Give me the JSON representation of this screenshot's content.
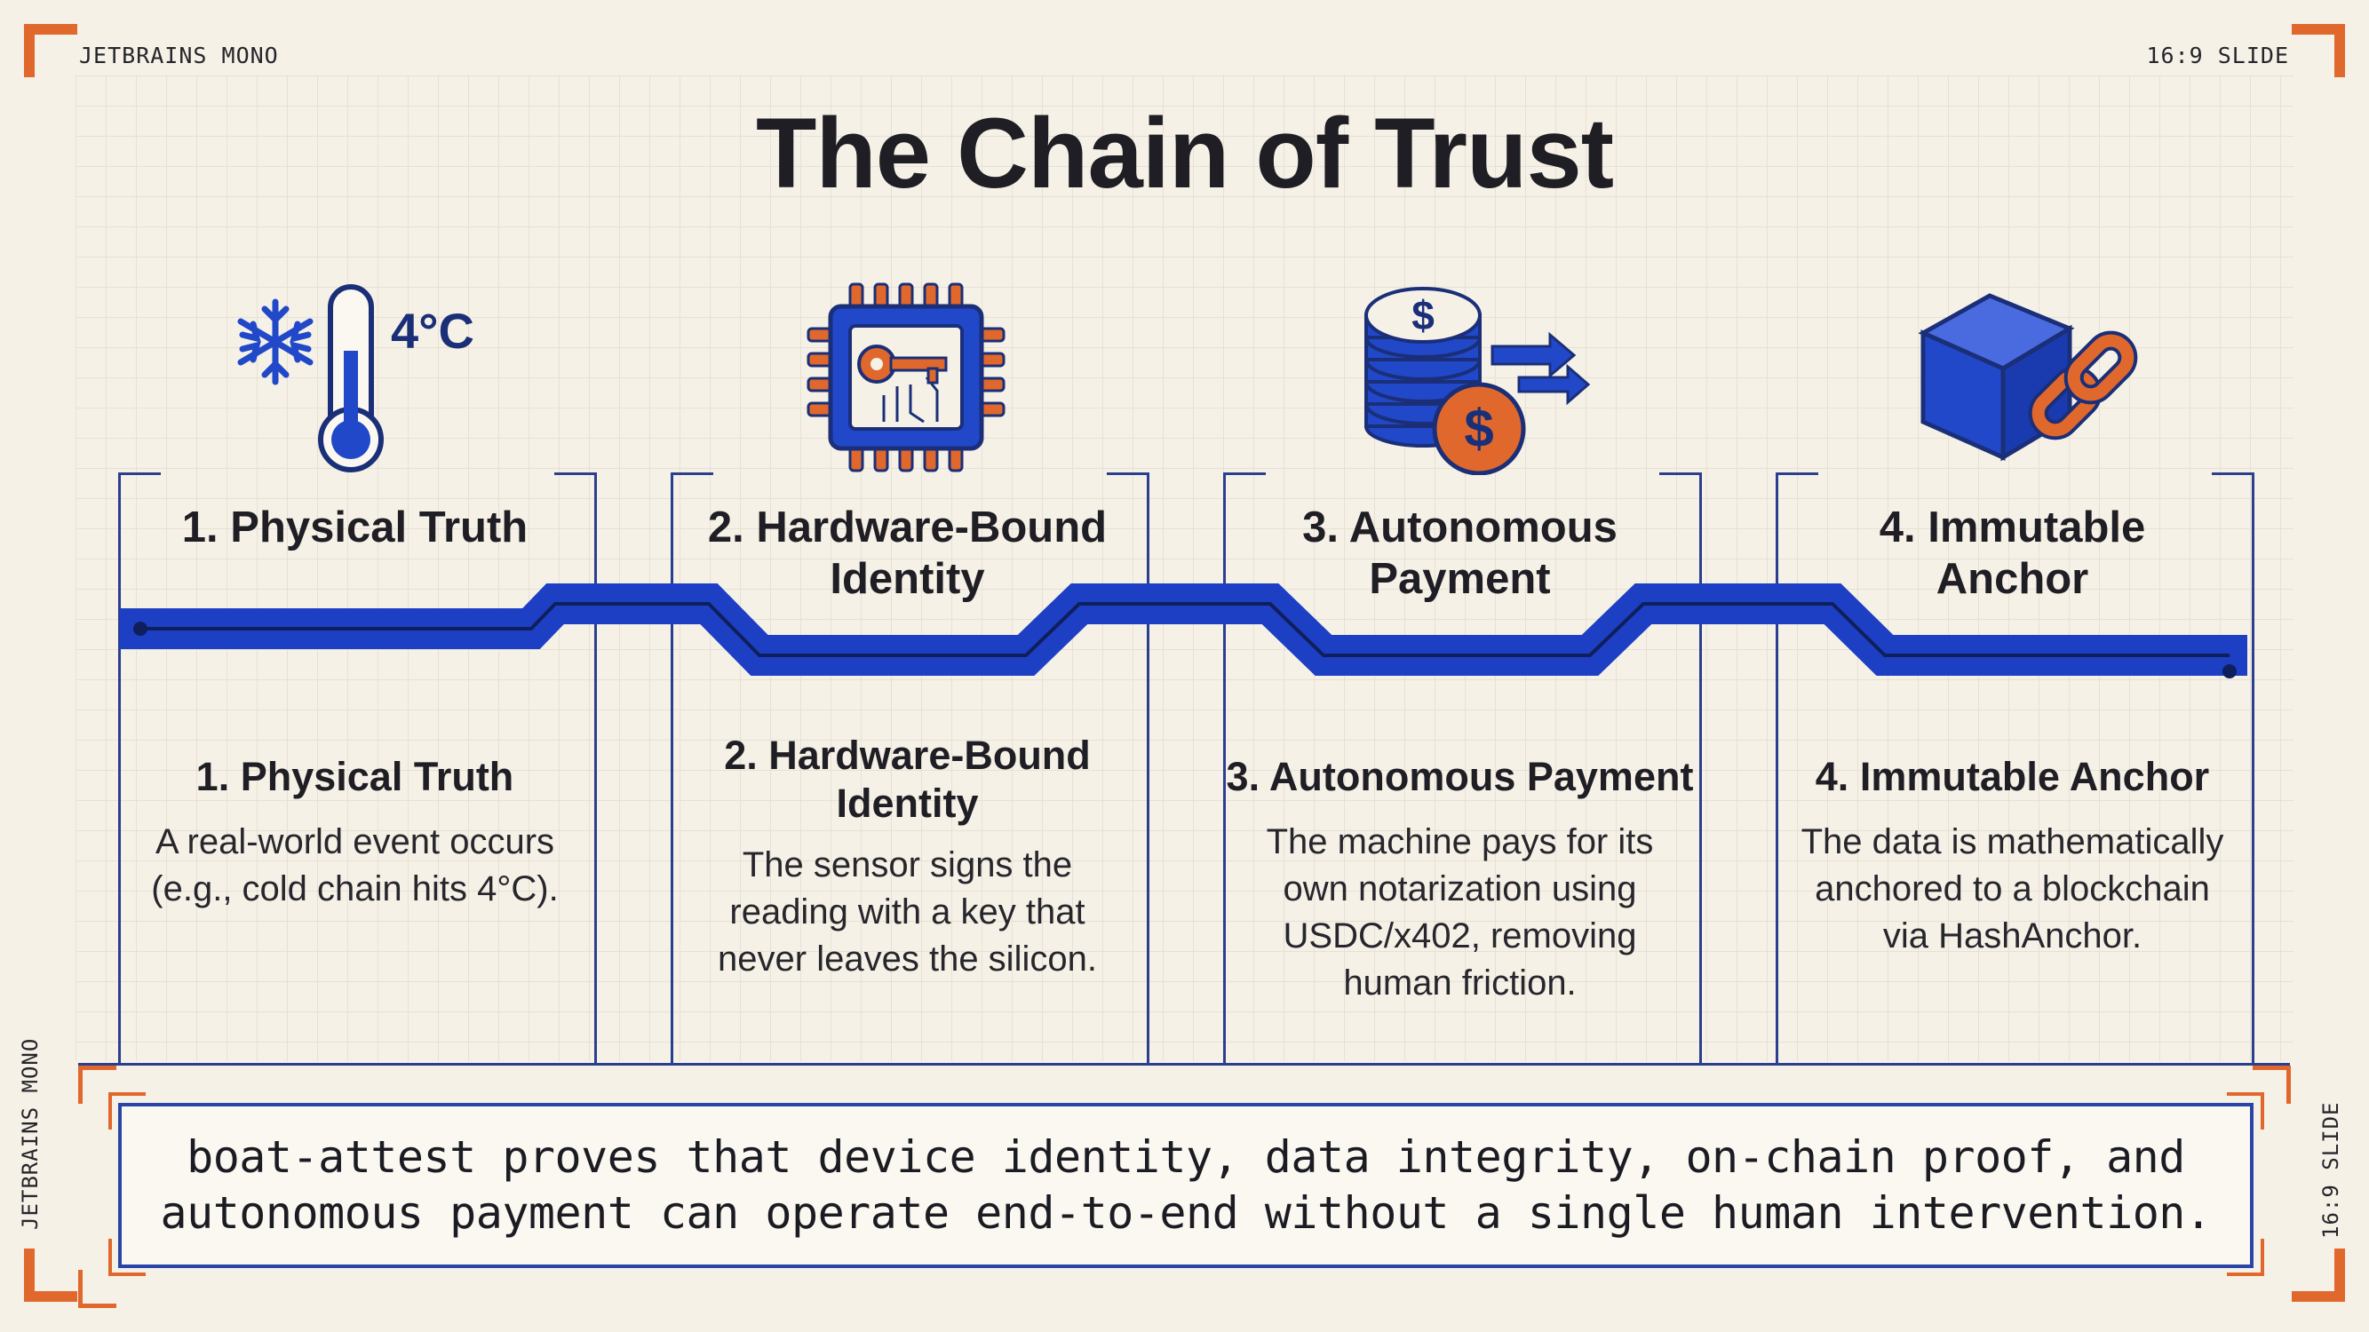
{
  "slide": {
    "tag_top_left": "JETBRAINS MONO",
    "tag_top_right": "16:9 SLIDE",
    "tag_left_vertical": "JETBRAINS MONO",
    "tag_right_vertical": "16:9 SLIDE",
    "title": "The Chain of Trust"
  },
  "thermo_reading": "4°C",
  "steps": [
    {
      "header": "1. Physical Truth",
      "title": "1. Physical Truth",
      "desc_lines": [
        "A real-world event occurs",
        "(e.g., cold chain hits 4°C)."
      ],
      "icon": "thermometer-snowflake-icon"
    },
    {
      "header_lines": [
        "2. Hardware-Bound",
        "Identity"
      ],
      "title_lines": [
        "2. Hardware-Bound",
        "Identity"
      ],
      "desc_lines": [
        "The sensor signs the",
        "reading with a key that",
        "never leaves the silicon."
      ],
      "icon": "chip-key-icon"
    },
    {
      "header_lines": [
        "3. Autonomous",
        "Payment"
      ],
      "title": "3. Autonomous Payment",
      "desc_lines": [
        "The machine pays for its",
        "own notarization using",
        "USDC/x402, removing",
        "human friction."
      ],
      "icon": "coins-transfer-icon"
    },
    {
      "header_lines": [
        "4. Immutable",
        "Anchor"
      ],
      "title": "4. Immutable Anchor",
      "desc_lines": [
        "The data is mathematically",
        "anchored to a blockchain",
        "via HashAnchor."
      ],
      "icon": "cube-chain-icon"
    }
  ],
  "banner": {
    "line1": "boat-attest proves that device identity, data integrity, on-chain proof, and",
    "line2": "autonomous payment can operate end-to-end without a single human intervention."
  },
  "colors": {
    "accent_blue": "#2148c9",
    "dark_blue": "#1a2f78",
    "orange": "#e0682c",
    "background": "#f6f1e7"
  }
}
